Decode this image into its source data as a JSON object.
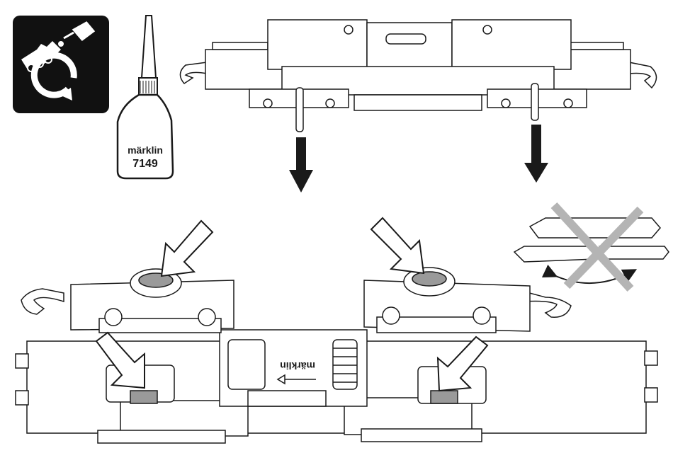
{
  "maintenance_badge": {
    "icon": "lubrication-service-icon",
    "background": "#111111"
  },
  "oil_bottle": {
    "brand": "märklin",
    "model_number": "7149"
  },
  "mirrored_brand": "märklin",
  "colors": {
    "line": "#1a1a1a",
    "fill": "#ffffff",
    "highlight": "#9a9a9a",
    "prohibit": "#b4b4b4"
  }
}
